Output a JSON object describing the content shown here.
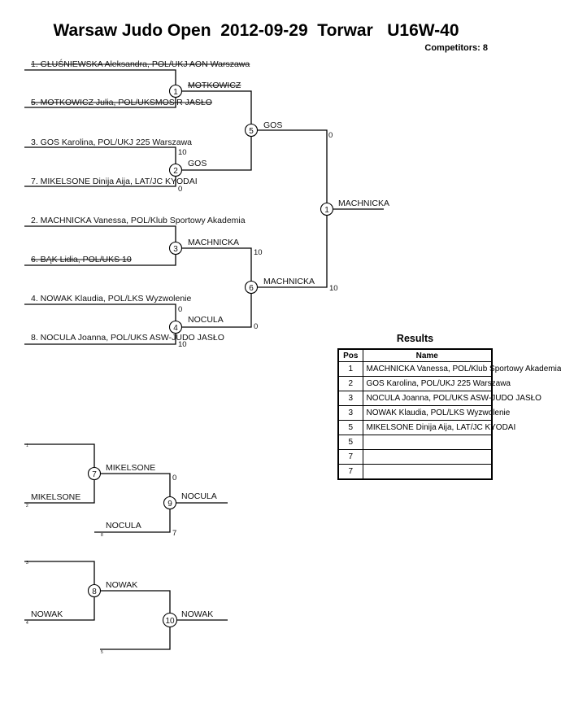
{
  "header": {
    "title": "Warsaw Judo Open  2012-09-29  Torwar   U16W-40",
    "competitors": "Competitors: 8"
  },
  "main_bracket": {
    "entries": [
      "1. GŁUŚNIEWSKA Aleksandra, POL/UKJ AON Warszawa",
      "5. MOTKOWICZ Julia, POL/UKSMOSiR JASŁO",
      "3. GOS Karolina, POL/UKJ 225 Warszawa",
      "7. MIKELSONE Dinija Aija, LAT/JC KYODAI",
      "2. MACHNICKA Vanessa, POL/Klub Sportowy Akademia",
      "6. BĄK  Lidia, POL/UKS 10",
      "4. NOWAK Klaudia, POL/LKS Wyzwolenie",
      "8. NOCULA  Joanna, POL/UKS ASW-JUDO JASŁO"
    ],
    "winners": {
      "m1": "MOTKOWICZ",
      "m2": "GOS",
      "m3": "MACHNICKA",
      "m4": "NOCULA",
      "m5": "GOS",
      "m6": "MACHNICKA",
      "final": "MACHNICKA"
    },
    "scores": {
      "m2_top": "10",
      "m2_bottom": "0",
      "m4_top": "0",
      "m4_bottom": "10",
      "m5": "0",
      "m6_top": "10",
      "m6_bottom": "0",
      "final": "10"
    },
    "match_numbers": [
      "1",
      "2",
      "3",
      "4",
      "5",
      "6",
      "1"
    ]
  },
  "repechage_a": {
    "slots": [
      "1",
      "MIKELSONE",
      "2",
      "NOCULA",
      "8"
    ],
    "winners": {
      "m7": "MIKELSONE",
      "m9": "NOCULA"
    },
    "scores": {
      "m9_top": "0",
      "m9_bottom": "7"
    },
    "match_numbers": [
      "7",
      "9"
    ]
  },
  "repechage_b": {
    "slots": [
      "3",
      "NOWAK",
      "4",
      "5"
    ],
    "winners": {
      "m8": "NOWAK",
      "m10": "NOWAK"
    },
    "match_numbers": [
      "8",
      "10"
    ]
  },
  "results": {
    "title": "Results",
    "columns": [
      "Pos",
      "Name"
    ],
    "rows": [
      {
        "pos": "1",
        "name": "MACHNICKA Vanessa, POL/Klub Sportowy Akademia"
      },
      {
        "pos": "2",
        "name": "GOS Karolina, POL/UKJ 225 Warszawa"
      },
      {
        "pos": "3",
        "name": "NOCULA  Joanna, POL/UKS ASW-JUDO JASŁO"
      },
      {
        "pos": "3",
        "name": "NOWAK Klaudia, POL/LKS Wyzwolenie"
      },
      {
        "pos": "5",
        "name": "MIKELSONE Dinija Aija, LAT/JC KYODAI"
      },
      {
        "pos": "5",
        "name": ""
      },
      {
        "pos": "7",
        "name": ""
      },
      {
        "pos": "7",
        "name": ""
      }
    ]
  }
}
